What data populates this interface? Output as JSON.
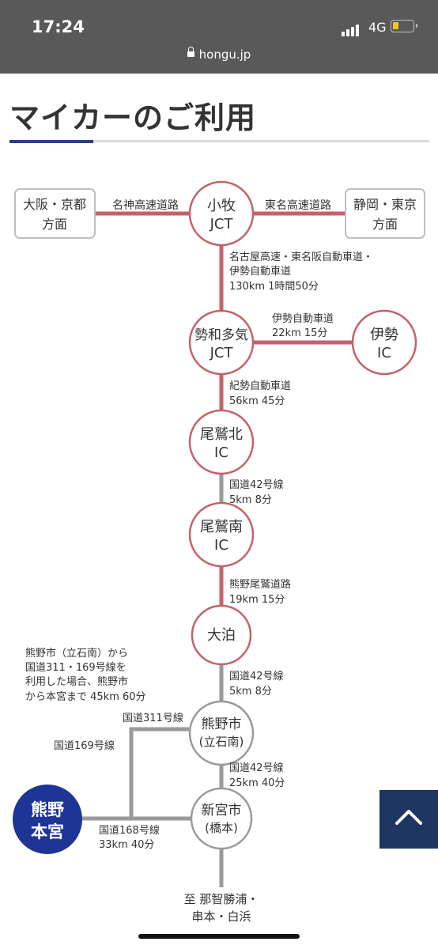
{
  "status_bar": {
    "time": "17:24",
    "network": "4G"
  },
  "browser": {
    "url": "hongu.jp"
  },
  "page": {
    "title": "マイカーのご利用"
  },
  "route_map": {
    "nodes": {
      "osaka": {
        "lines": [
          "大阪・京都",
          "方面"
        ]
      },
      "shizuoka": {
        "lines": [
          "静岡・東京",
          "方面"
        ]
      },
      "komaki": {
        "lines": [
          "小牧",
          "JCT"
        ]
      },
      "seiwataki": {
        "lines": [
          "勢和多気",
          "JCT"
        ]
      },
      "ise": {
        "lines": [
          "伊勢",
          "IC"
        ]
      },
      "owasekita": {
        "lines": [
          "尾鷲北",
          "IC"
        ]
      },
      "owaseminami": {
        "lines": [
          "尾鷲南",
          "IC"
        ]
      },
      "odomari": {
        "lines": [
          "大泊"
        ]
      },
      "kumanoshi": {
        "lines": [
          "熊野市",
          "(立石南)"
        ]
      },
      "shingu": {
        "lines": [
          "新宮市",
          "(橋本)"
        ]
      },
      "hongu": {
        "lines": [
          "熊野",
          "本宮"
        ]
      }
    },
    "labels": {
      "meishin": "名神高速道路",
      "tomei": "東名高速道路",
      "seg_komaki": [
        "名古屋高速・東名阪自動車道・",
        "伊勢自動車道",
        "130km 1時間50分"
      ],
      "seg_ise": [
        "伊勢自動車道",
        "22km 15分"
      ],
      "seg_kisei": [
        "紀勢自動車道",
        "56km 45分"
      ],
      "seg_r42a": [
        "国道42号線",
        "5km 8分"
      ],
      "seg_kumanoodomari": [
        "熊野尾鷲道路",
        "19km 15分"
      ],
      "seg_r42b": [
        "国道42号線",
        "5km 8分"
      ],
      "seg_r42c": [
        "国道42号線",
        "25km 40分"
      ],
      "note": [
        "熊野市（立石南）から",
        "国道311・169号線を",
        "利用した場合、熊野市",
        "から本宮まで 45km 60分"
      ],
      "r311": "国道311号線",
      "r169": "国道169号線",
      "r168": [
        "国道168号線",
        "33km 40分"
      ],
      "destination": [
        "至 那智勝浦・",
        "串本・白浜"
      ]
    }
  },
  "colors": {
    "accent_navy": "#2b3f86",
    "highway_red": "#c4626a",
    "national_road_gray": "#9a9a9a",
    "hongu_blue": "#1f3596"
  },
  "icons": {
    "scroll_top": "chevron-up-icon",
    "lock": "lock-icon"
  }
}
